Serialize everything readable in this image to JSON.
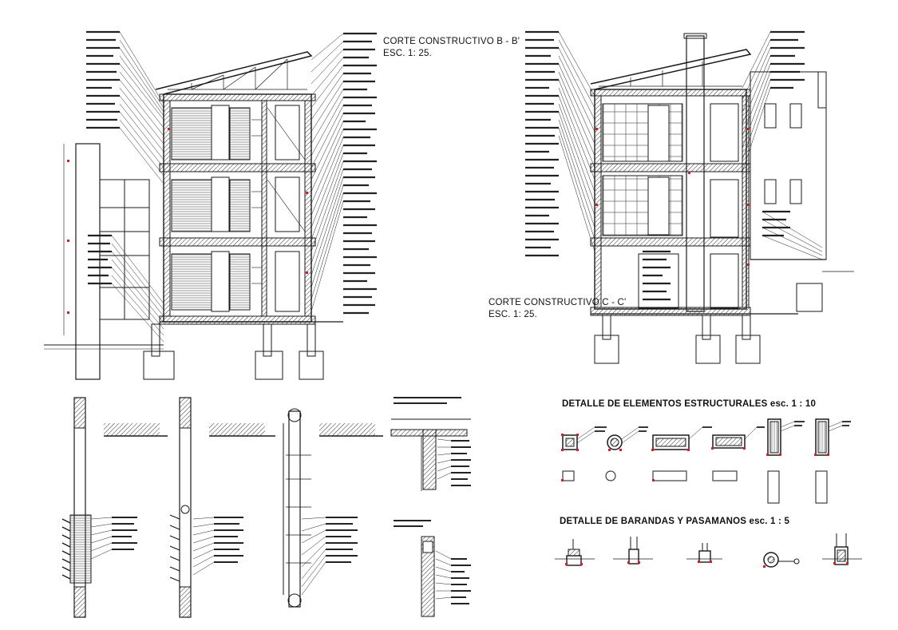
{
  "sections": {
    "bb": {
      "title": "CORTE CONSTRUCTIVO B - B'",
      "scale": "ESC. 1: 25."
    },
    "cc": {
      "title": "CORTE CONSTRUCTIVO C - C'",
      "scale": "ESC. 1: 25."
    }
  },
  "details": {
    "structural": {
      "title": "DETALLE DE ELEMENTOS ESTRUCTURALES esc. 1 : 10"
    },
    "railings": {
      "title": "DETALLE DE BARANDAS Y PASAMANOS esc. 1 : 5"
    }
  },
  "colors": {
    "line": "#1a1a1a",
    "annotation": "#d0202a",
    "hatch": "#333333",
    "paper": "#ffffff"
  }
}
